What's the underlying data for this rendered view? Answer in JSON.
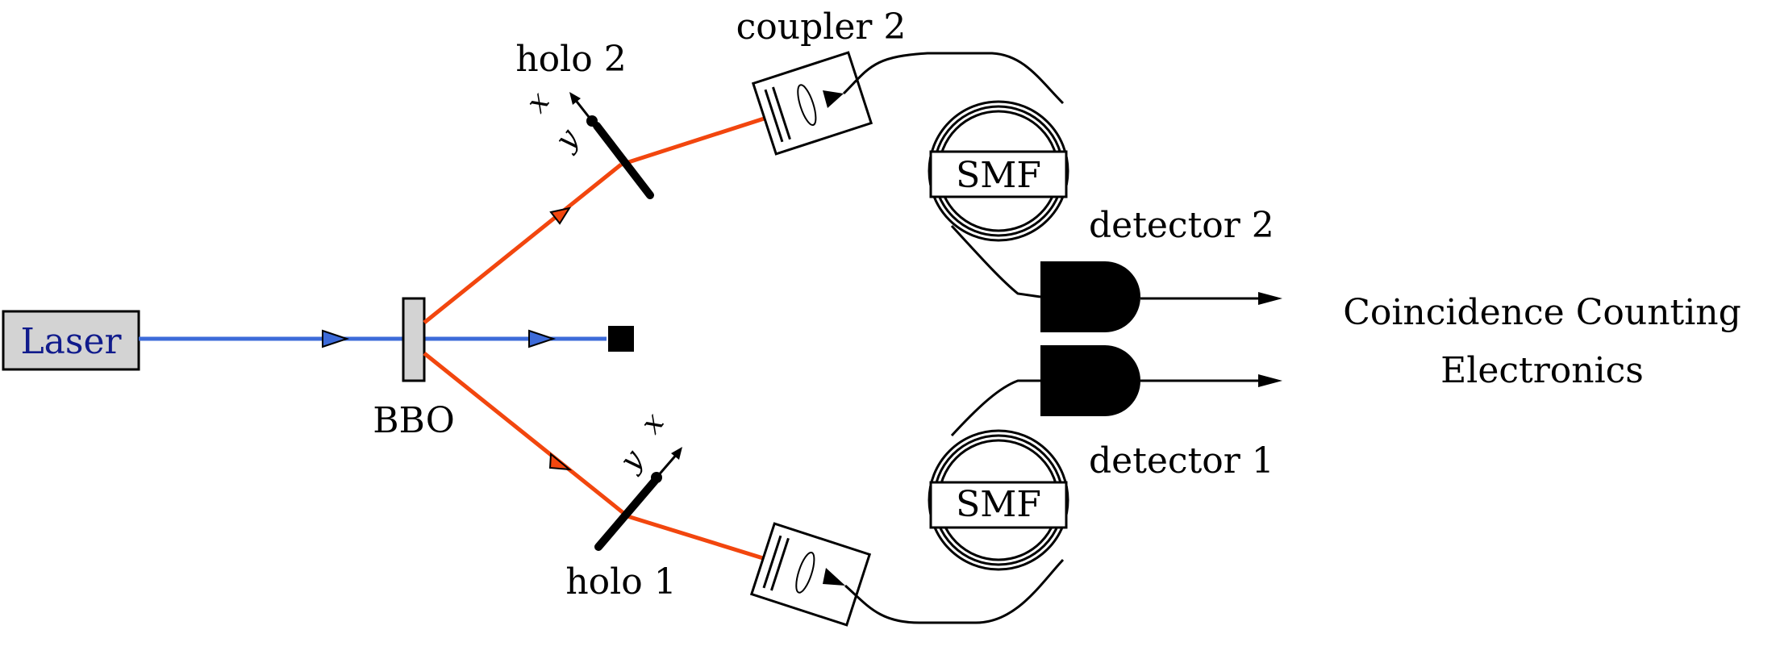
{
  "labels": {
    "laser": "Laser",
    "bbo": "BBO",
    "holo2": "holo 2",
    "holo1": "holo 1",
    "coupler2": "coupler 2",
    "smf_top": "SMF",
    "smf_bottom": "SMF",
    "detector2": "detector 2",
    "detector1": "detector 1",
    "output_line1": "Coincidence Counting",
    "output_line2": "Electronics",
    "axis_x_top": "x",
    "axis_y_top": "y",
    "axis_x_bottom": "x",
    "axis_y_bottom": "y"
  },
  "colors": {
    "pump_beam": "#3d6bd9",
    "photon_beam": "#f2460e",
    "laser_text": "#101b8c",
    "component_fill": "#d3d3d3"
  }
}
